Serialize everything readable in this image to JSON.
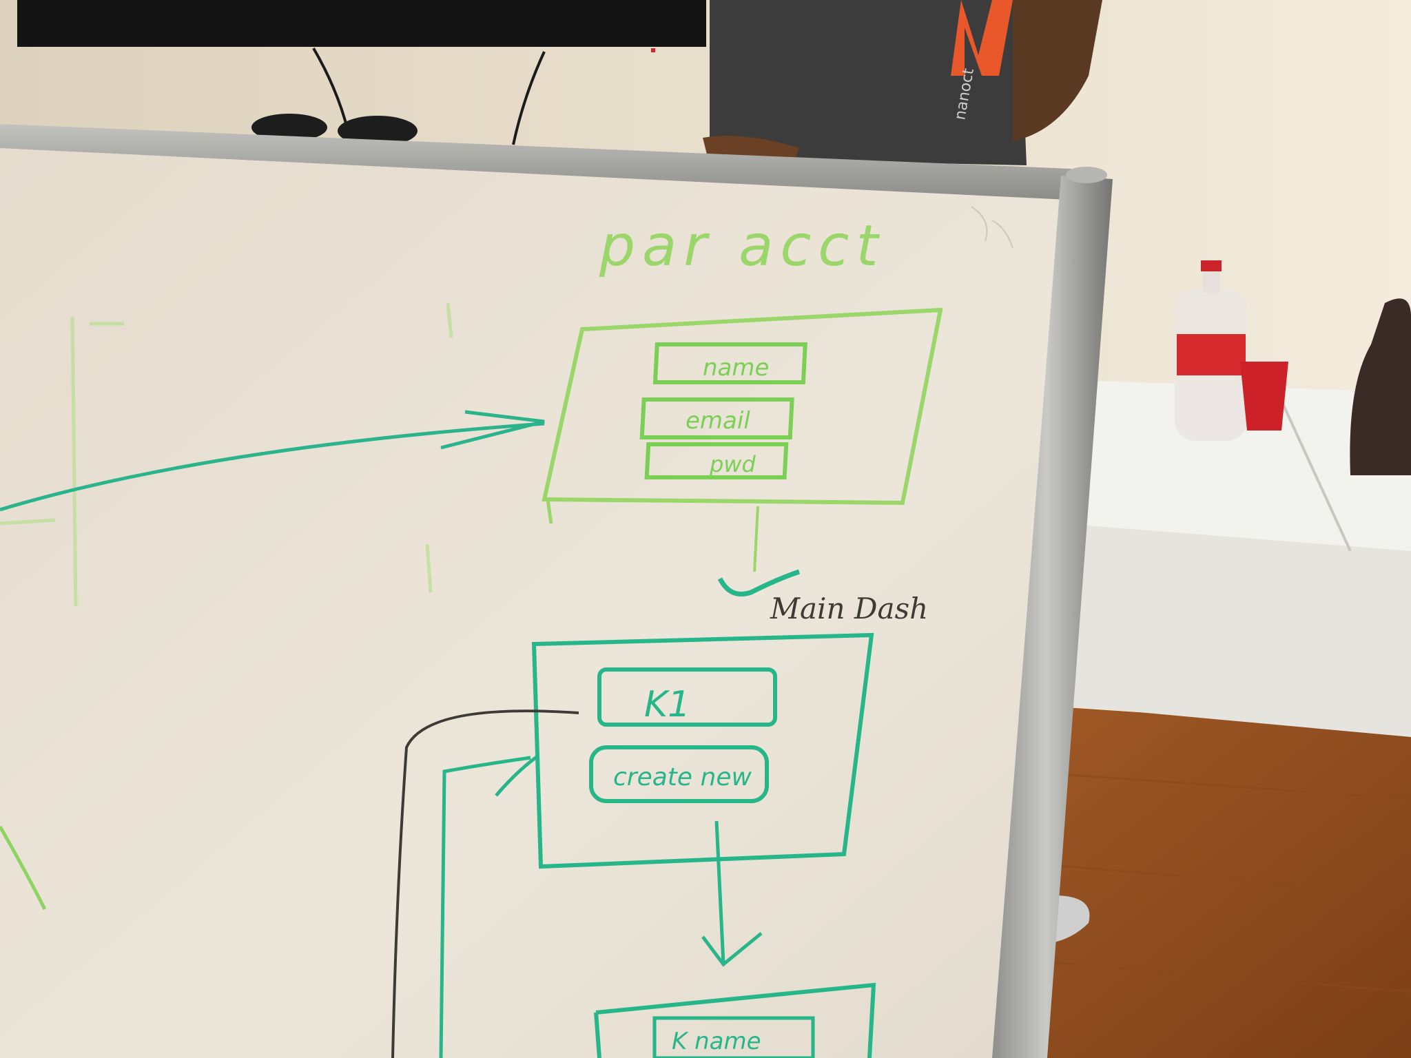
{
  "scene": {
    "kind": "photo-whiteboard-wireframe-sketch",
    "marker_colors": {
      "light_green": "#8fd463",
      "teal": "#27b58a",
      "dark": "#3e3a35"
    }
  },
  "whiteboard": {
    "heading": "par acct",
    "signup_screen": {
      "fields": [
        "name",
        "email",
        "pwd"
      ]
    },
    "main_dash": {
      "label": "Main Dash",
      "buttons": [
        "K1",
        "create new"
      ]
    },
    "next_screen": {
      "field": "K name"
    }
  },
  "background": {
    "shirt_logo_text": "nanoct"
  }
}
